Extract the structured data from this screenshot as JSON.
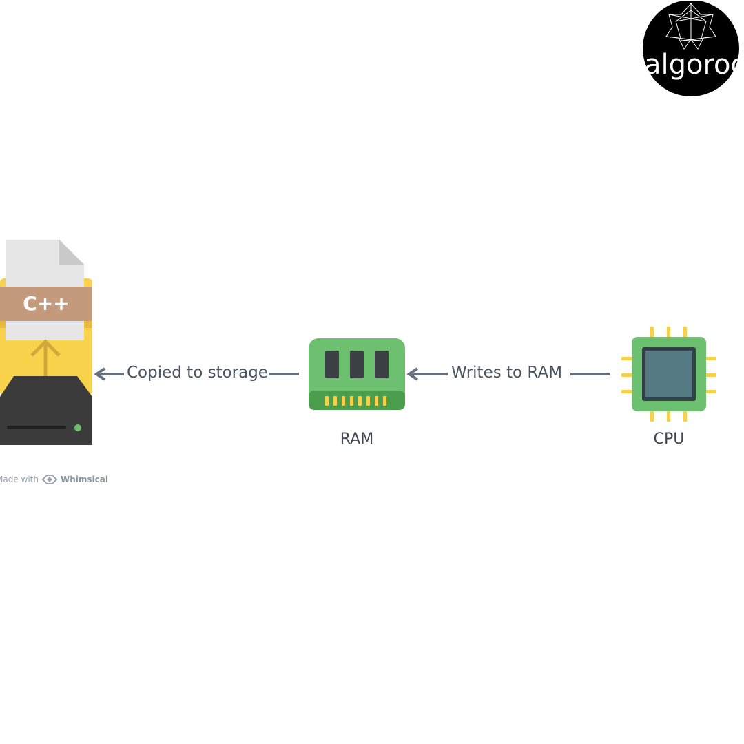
{
  "logo": {
    "text": "algoroo"
  },
  "nodes": {
    "storage": {
      "file_label": "C++"
    },
    "ram": {
      "label": "RAM"
    },
    "cpu": {
      "label": "CPU"
    }
  },
  "edges": {
    "ram_to_storage": "Copied to storage",
    "cpu_to_ram": "Writes to RAM"
  },
  "watermark": {
    "prefix": "Made with",
    "brand": "Whimsical"
  },
  "colors": {
    "green": "#6cc070",
    "dark_green": "#4c9e4f",
    "ram_chip": "#3c3f44",
    "pin_yellow": "#f5d04a",
    "folder_yellow": "#f8d24a",
    "file_gray": "#e6e6e6",
    "label_brown": "#c49a7c",
    "drive_dark": "#3b3b3b",
    "cpu_die": "#557983",
    "arrow_gray": "#65717e"
  }
}
